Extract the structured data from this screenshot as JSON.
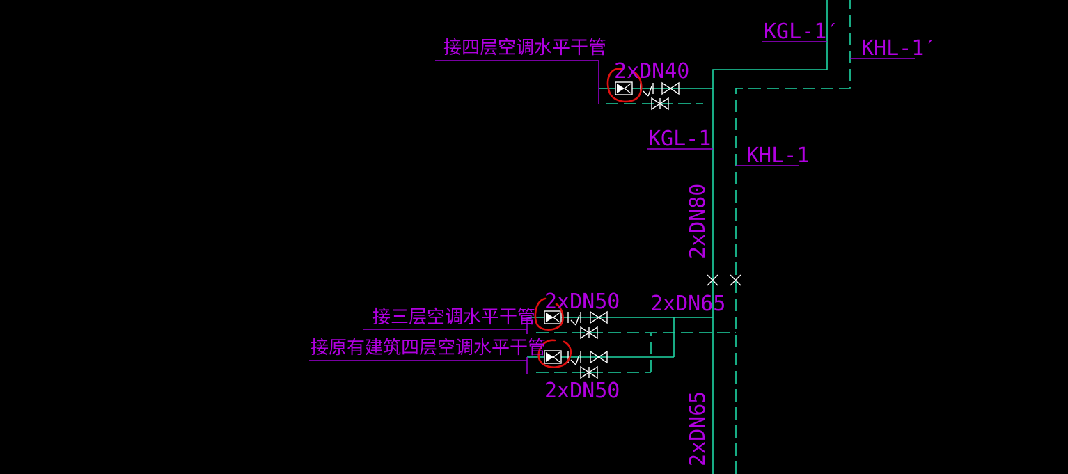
{
  "labels": {
    "kgl1_prime": "KGL-1′",
    "khl1_prime": "KHL-1′",
    "kgl1": "KGL-1",
    "khl1": "KHL-1",
    "dn40_top": "2xDN40",
    "dn80_riser": "2xDN80",
    "dn65_branch": "2xDN65",
    "dn50_upper": "2xDN50",
    "dn50_lower": "2xDN50",
    "dn65_riser_bottom": "2xDN65",
    "note_fourth_floor": "接四层空调水平干管",
    "note_third_floor": "接三层空调水平干管",
    "note_existing_fourth": "接原有建筑四层空调水平干管"
  },
  "colors": {
    "background": "#000000",
    "label": "#b000e0",
    "supply_pipe": "#1fd6a4",
    "return_pipe_dashed": "#1fd6a4",
    "valve_symbol": "#ffffff",
    "markup_circle": "#e01010"
  },
  "icons": {
    "balance_valve": "balance-valve-icon",
    "gate_valve": "gate-valve-icon",
    "check_valve": "check-valve-icon",
    "pipe_cross_marker": "cross-marker-icon"
  }
}
